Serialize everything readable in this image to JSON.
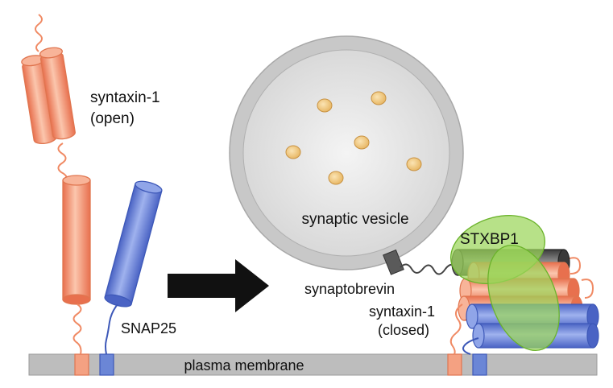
{
  "labels": {
    "syntaxin_open_line1": "syntaxin-1",
    "syntaxin_open_line2": "(open)",
    "snap25": "SNAP25",
    "synaptic_vesicle": "synaptic vesicle",
    "synaptobrevin": "synaptobrevin",
    "stxbp1": "STXBP1",
    "syntaxin_closed_line1": "syntaxin-1",
    "syntaxin_closed_line2": "(closed)",
    "plasma_membrane": "plasma membrane"
  },
  "colors": {
    "syntaxin": "#f4a182",
    "snap25": "#6b86d6",
    "synaptobrevin": "#555555",
    "stxbp1": "#9bd65a",
    "vesicle": "#c8c8c8",
    "neurotransmitter": "#f3cf88",
    "membrane": "#bdbdbd",
    "arrow": "#111111"
  }
}
